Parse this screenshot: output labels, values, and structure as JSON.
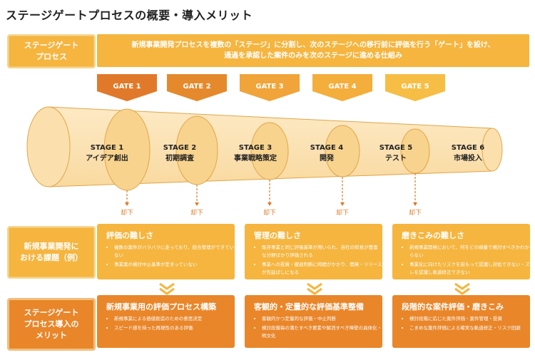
{
  "title": "ステージゲートプロセスの概要・導入メリット",
  "process_label": "ステージゲート\nプロセス",
  "process_desc": "新規事業開発プロセスを複数の「ステージ」に分割し、次のステージへの移行前に評価を行う「ゲート」を設け、\n通過を承認した案件のみを次のステージに進める仕組み",
  "gates": [
    "GATE 1",
    "GATE 2",
    "GATE 3",
    "GATE 4",
    "GATE 5"
  ],
  "gate_colors": [
    "#e07a2a",
    "#e48a2d",
    "#f0a43a",
    "#f4ae3c",
    "#f6be45"
  ],
  "stages": [
    {
      "num": "STAGE 1",
      "name": "アイデア創出"
    },
    {
      "num": "STAGE 2",
      "name": "初期調査"
    },
    {
      "num": "STAGE 3",
      "name": "事業戦略策定"
    },
    {
      "num": "STAGE 4",
      "name": "開発"
    },
    {
      "num": "STAGE 5",
      "name": "テスト"
    },
    {
      "num": "STAGE 6",
      "name": "市場投入"
    }
  ],
  "reject_label": "却下",
  "issues_label": "新規事業開発に\nおける課題（例）",
  "issues": [
    {
      "title": "評価の難しさ",
      "items": [
        "複数の案件がバラバラに走っており、統合管理ができていない",
        "事業案の検討中止基準が定まっていない"
      ]
    },
    {
      "title": "管理の難しさ",
      "items": [
        "既存事業と同じ評価基準が用いられ、自社の知見が豊富な分野ばかり評価される",
        "事業への投資・撤退判断に時間がかかり、開発・リリースが先延ばしになる"
      ]
    },
    {
      "title": "磨きこみの難しさ",
      "items": [
        "新規事業開発において、何をどの順番で検討すべきかわからない",
        "事業化に向けたリスクを前もって認識し対処できない・ズレを認識し軌道修正できない"
      ]
    }
  ],
  "merits_label": "ステージゲート\nプロセス導入の\nメリット",
  "merits": [
    {
      "title": "新規事業用の評価プロセス構築",
      "items": [
        "新規事業による価値創造のための意思決定",
        "スピード感を持った再現性のある評価"
      ]
    },
    {
      "title": "客観的・定量的な評価基準整備",
      "items": [
        "客観的かつ定量的な評価・中止判断",
        "検討段階毎の満たすべき要素や解消すべき障壁の具体化・明文化"
      ]
    },
    {
      "title": "段階的な案件評価・磨きこみ",
      "items": [
        "検討段階に応じた案件評価・案件管理・投資",
        "こまめな案件評価による確実な軌道修正・リスク回避"
      ]
    }
  ],
  "colors": {
    "accent": "#f5b53f",
    "dark": "#e9862a",
    "tube": "#fbe6bf",
    "tube_stroke": "#e0a64a",
    "reject_arrow": "#e07a2a"
  }
}
